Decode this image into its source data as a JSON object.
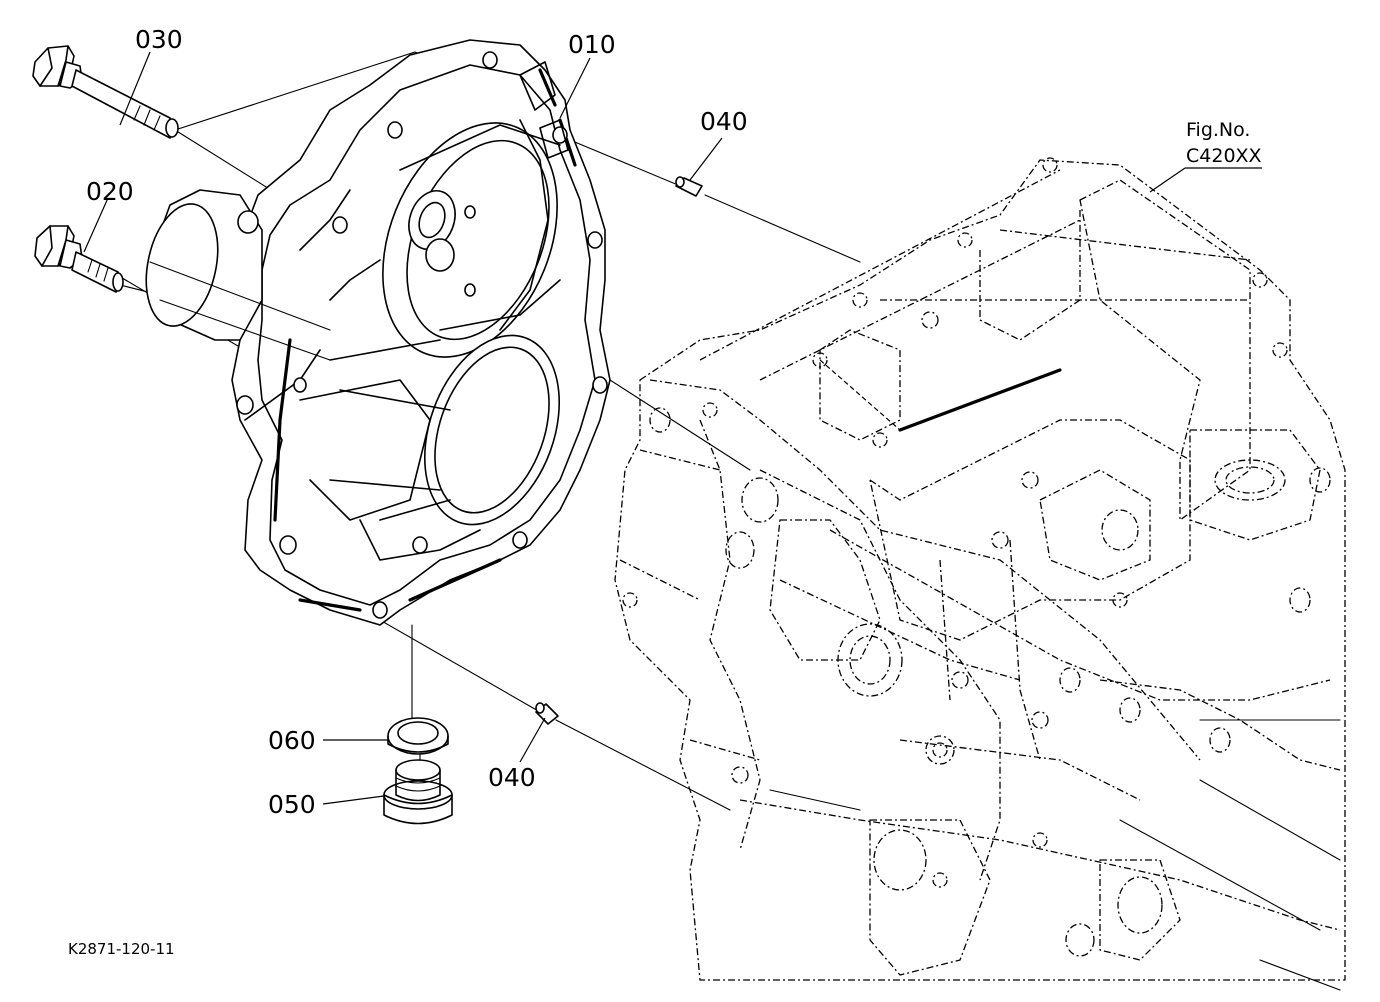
{
  "callouts": {
    "p010": "010",
    "p020": "020",
    "p030": "030",
    "p040_top": "040",
    "p040_bottom": "040",
    "p050": "050",
    "p060": "060"
  },
  "reference": {
    "fig_label": "Fig.No.",
    "fig_code": "C420XX"
  },
  "drawing_code": "K2871-120-11"
}
